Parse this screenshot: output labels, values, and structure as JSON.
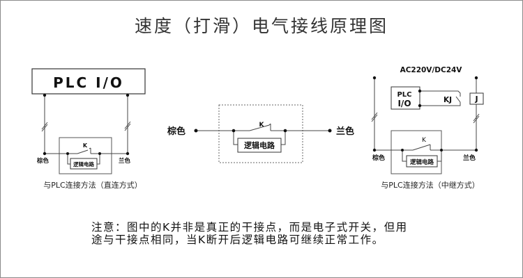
{
  "title": "速度（打滑）电气接线原理图",
  "left_diagram": {
    "plc_label": "PLC I/O",
    "switch_label": "K",
    "logic_label": "逻辑电路",
    "left_wire_label": "棕色",
    "right_wire_label": "兰色",
    "caption": "与PLC连接方法（直连方式）"
  },
  "center_diagram": {
    "switch_label": "K",
    "logic_label": "逻辑电路",
    "left_wire_label": "棕色",
    "right_wire_label": "兰色"
  },
  "right_diagram": {
    "supply_label": "AC220V/DC24V",
    "plc_label_line1": "PLC",
    "plc_label_line2": "I/O",
    "relay_contact_label": "KJ",
    "relay_coil_label": "J",
    "switch_label": "K",
    "logic_label": "逻辑电路",
    "left_wire_label": "棕色",
    "right_wire_label": "兰色",
    "caption": "与PLC连接方法（中继方式）"
  },
  "note": {
    "line1": "注意：图中的K并非是真正的干接点，而是电子式开关，但用",
    "line2": "途与干接点相同，当K断开后逻辑电路可继续正常工作。"
  }
}
